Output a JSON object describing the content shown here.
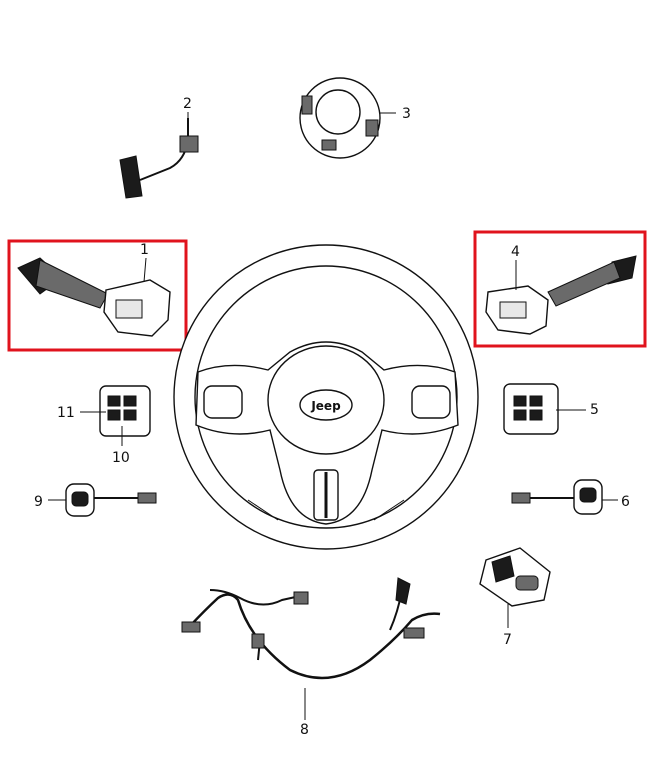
{
  "callouts": {
    "c1": "1",
    "c2": "2",
    "c3": "3",
    "c4": "4",
    "c5": "5",
    "c6": "6",
    "c7": "7",
    "c8": "8",
    "c9": "9",
    "c10": "10",
    "c11": "11"
  },
  "wheel": {
    "logo": "Jeep"
  },
  "colors": {
    "highlight": "#e0131d",
    "ink": "#111111"
  }
}
